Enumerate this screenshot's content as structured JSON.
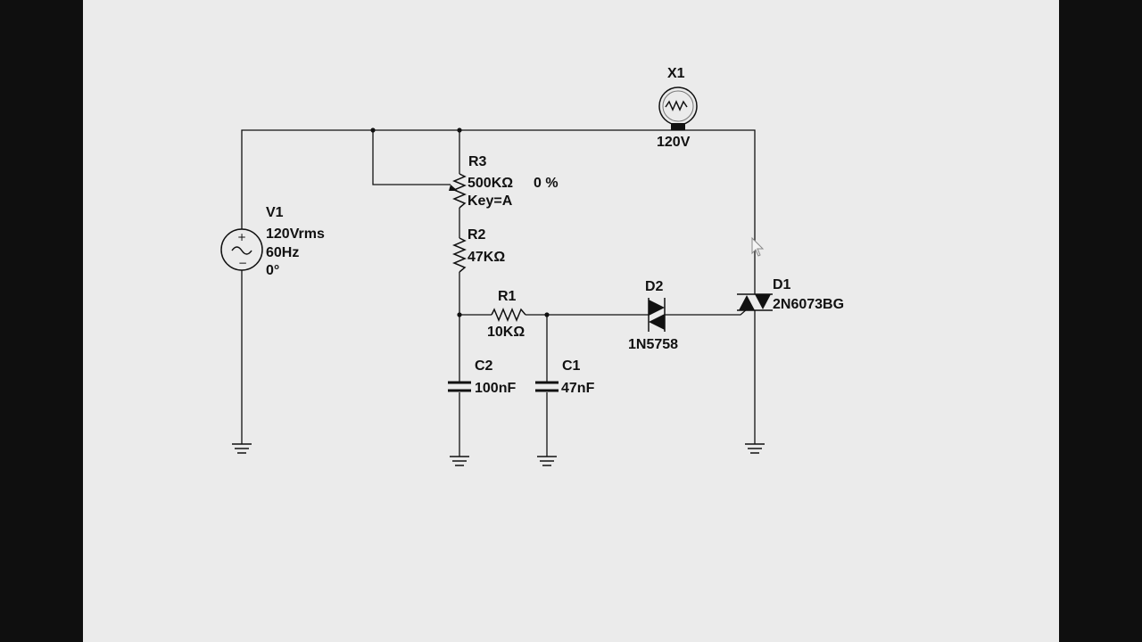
{
  "components": {
    "v1": {
      "ref": "V1",
      "voltage": "120Vrms",
      "frequency": "60Hz",
      "phase": "0°"
    },
    "x1": {
      "ref": "X1",
      "rating": "120V"
    },
    "r3": {
      "ref": "R3",
      "value": "500KΩ",
      "setting": "0 %",
      "key": "Key=A"
    },
    "r2": {
      "ref": "R2",
      "value": "47KΩ"
    },
    "r1": {
      "ref": "R1",
      "value": "10KΩ"
    },
    "c2": {
      "ref": "C2",
      "value": "100nF"
    },
    "c1": {
      "ref": "C1",
      "value": "47nF"
    },
    "d2": {
      "ref": "D2",
      "part": "1N5758"
    },
    "d1": {
      "ref": "D1",
      "part": "2N6073BG"
    }
  },
  "colors": {
    "background": "#ebebeb",
    "letterbox": "#0f0f0f",
    "ink": "#111111"
  }
}
